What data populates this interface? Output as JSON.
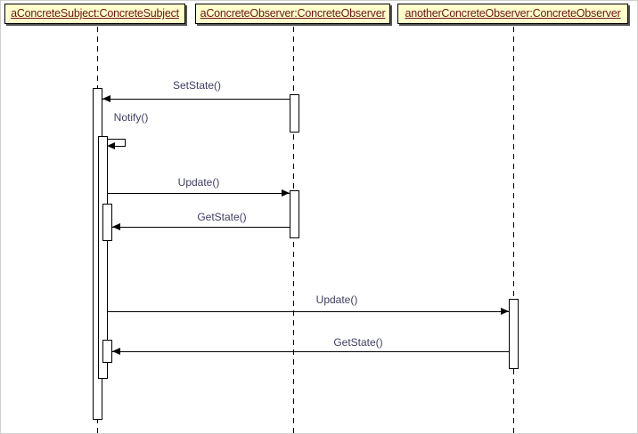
{
  "diagram": {
    "type": "uml-sequence-diagram",
    "participants": [
      {
        "label": "aConcreteSubject:ConcreteSubject"
      },
      {
        "label": "aConcreteObserver:ConcreteObserver"
      },
      {
        "label": "anotherConcreteObserver:ConcreteObserver"
      }
    ],
    "messages": [
      {
        "label": "SetState()",
        "from": "aConcreteObserver",
        "to": "aConcreteSubject",
        "kind": "call"
      },
      {
        "label": "Notify()",
        "from": "aConcreteSubject",
        "to": "aConcreteSubject",
        "kind": "self-call"
      },
      {
        "label": "Update()",
        "from": "aConcreteSubject",
        "to": "aConcreteObserver",
        "kind": "call"
      },
      {
        "label": "GetState()",
        "from": "aConcreteObserver",
        "to": "aConcreteSubject",
        "kind": "call"
      },
      {
        "label": "Update()",
        "from": "aConcreteSubject",
        "to": "anotherConcreteObserver",
        "kind": "call"
      },
      {
        "label": "GetState()",
        "from": "anotherConcreteObserver",
        "to": "aConcreteSubject",
        "kind": "call"
      }
    ],
    "colors": {
      "background": "#ffffff",
      "participant_fill": "#ffffcc",
      "participant_border": "#000000",
      "participant_text": "#6b1414",
      "participant_shadow": "#555555",
      "message_text": "#3e3e60",
      "line_color": "#000000"
    }
  }
}
